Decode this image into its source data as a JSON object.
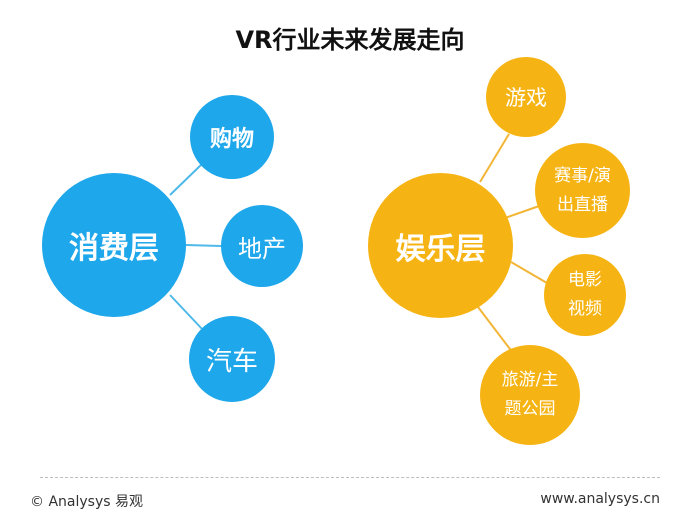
{
  "title": "VR行业未来发展走向",
  "colors": {
    "consumer": "#1ea7ea",
    "entertainment": "#f6b414",
    "connector_blue": "#4fb9ea",
    "connector_orange": "#f2b535"
  },
  "consumer": {
    "hub": "消费层",
    "items": [
      "购物",
      "地产",
      "汽车"
    ]
  },
  "entertainment": {
    "hub": "娱乐层",
    "items": [
      {
        "line1": "游戏",
        "line2": ""
      },
      {
        "line1": "赛事/演",
        "line2": "出直播"
      },
      {
        "line1": "电影",
        "line2": "视频"
      },
      {
        "line1": "旅游/主",
        "line2": "题公园"
      }
    ]
  },
  "footer": {
    "left": "© Analysys 易观",
    "right": "www.analysys.cn"
  }
}
